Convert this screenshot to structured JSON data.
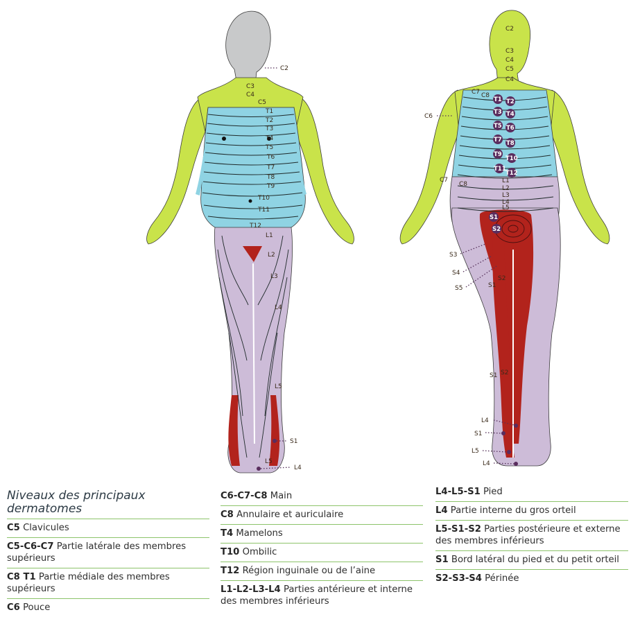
{
  "front_labels": {
    "c2": "C2",
    "c3": "C3",
    "c4": "C4",
    "c5": "C5",
    "t1": "T1",
    "t2": "T2",
    "t3": "T3",
    "t4": "T4",
    "t5": "T5",
    "t6": "T6",
    "t7": "T7",
    "t8": "T8",
    "t9": "T9",
    "t10": "T10",
    "t11": "T11",
    "t12": "T12",
    "l1": "L1",
    "l2": "L2",
    "l3": "L3",
    "l4": "L4",
    "l5": "L5",
    "l5b": "L5",
    "s1": "S1",
    "l4b": "L4"
  },
  "back_labels": {
    "c2": "C2",
    "c3": "C3",
    "c4": "C4",
    "c5": "C5",
    "c4b": "C4",
    "c6": "C6",
    "c7": "C7",
    "c8": "C8",
    "c7b": "C7",
    "c8b": "C8",
    "t1": "T1",
    "t2": "T2",
    "t3": "T3",
    "t4": "T4",
    "t5": "T5",
    "t6": "T6",
    "t7": "T7",
    "t8": "T8",
    "t9": "T9",
    "t10": "T10",
    "t11": "T11",
    "t12": "T12",
    "l1": "L1",
    "l2": "L2",
    "l3": "L3",
    "l4": "L4",
    "l5": "L5",
    "s1": "S1",
    "s2": "S2",
    "s3": "S3",
    "s4": "S4",
    "s5": "S5",
    "s1leg": "S1",
    "s2leg": "S2",
    "s1calf": "S1",
    "s2calf": "S2",
    "l4foot": "L4",
    "s1foot": "S1",
    "l5foot": "L5",
    "l4heel": "L4"
  },
  "legend": {
    "title": "Niveaux des principaux dermatomes",
    "col1": [
      {
        "code": "C5",
        "text": "Clavicules"
      },
      {
        "code": "C5-C6-C7",
        "text": "Partie latérale des membres supérieurs"
      },
      {
        "code": "C8 T1",
        "text": "Partie médiale des membres supérieurs"
      },
      {
        "code": "C6",
        "text": "Pouce"
      }
    ],
    "col2": [
      {
        "code": "C6-C7-C8",
        "text": "Main"
      },
      {
        "code": "C8",
        "text": "Annulaire et auriculaire"
      },
      {
        "code": "T4",
        "text": "Mamelons"
      },
      {
        "code": "T10",
        "text": "Ombilic"
      },
      {
        "code": "T12",
        "text": "Région inguinale ou de l’aine"
      },
      {
        "code": "L1-L2-L3-L4",
        "text": "Parties antérieure et interne des membres inférieurs"
      }
    ],
    "col3": [
      {
        "code": "L4-L5-S1",
        "text": "Pied"
      },
      {
        "code": "L4",
        "text": "Partie interne du gros orteil"
      },
      {
        "code": "L5-S1-S2",
        "text": "Parties postérieure et externe des membres inférieurs"
      },
      {
        "code": "S1",
        "text": "Bord latéral du pied et du petit orteil"
      },
      {
        "code": "S2-S3-S4",
        "text": "Périnée"
      }
    ]
  },
  "colors": {
    "cervical": "#c9e34a",
    "thoracic": "#8fd3e3",
    "lumbar": "#cdbcd8",
    "sacral": "#b2231c",
    "head": "#c8c9ca",
    "accent_line": "#8cc36a",
    "marker": "#5a2d5e"
  }
}
